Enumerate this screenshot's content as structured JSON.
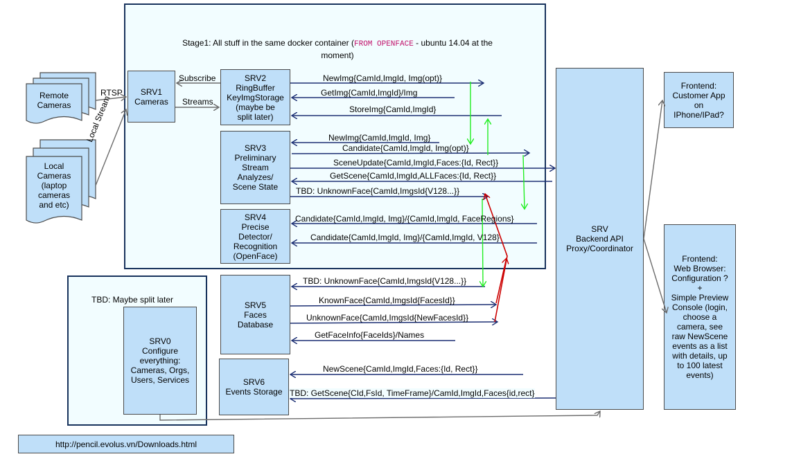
{
  "stage1": {
    "line1_pre": "Stage1: All stuff in the same docker container (",
    "line1_code": "FROM OPENFACE",
    "line1_post": " - ubuntu 14.04 at the",
    "line2": "moment)"
  },
  "tbd_region": {
    "title": "TBD: Maybe split later"
  },
  "nodes": {
    "remote_cameras": "Remote\nCameras",
    "local_cameras": "Local\nCameras\n(laptop\ncameras\nand etc)",
    "srv1": "SRV1\nCameras",
    "srv2": "SRV2\nRingBuffer\nKeyImgStorage\n(maybe be\nsplit later)",
    "srv3": "SRV3\nPreliminary\nStream\nAnalyzes/\nScene State",
    "srv4": "SRV4\nPrecise\nDetector/\nRecognition\n(OpenFace)",
    "srv5": "SRV5\nFaces\nDatabase",
    "srv6": "SRV6\nEvents Storage",
    "srv0": "SRV0\nConfigure\neverything:\nCameras, Orgs,\nUsers, Services",
    "srv": "SRV\nBackend API\nProxy/Coordinator",
    "frontend_app": "Frontend:\nCustomer App\non\nIPhone/IPad?",
    "frontend_web": "Frontend:\nWeb Browser:\nConfiguration ?\n+\nSimple Preview\nConsole (login,\nchoose a\ncamera, see\nraw NewScene\nevents as a list\nwith details, up\nto 100 latest\nevents)",
    "link": "http://pencil.evolus.vn/Downloads.html"
  },
  "edges": {
    "rtsp": "RTSP",
    "local_stream": "Local Stream",
    "subscribe": "Subscribe",
    "streams": "Streams",
    "newimg_opt": "NewImg{CamId,ImgId, Img(opt)}",
    "getimg": "GetImg{CamId,ImgId}/Img",
    "storeimg": "StoreImg{CamId,ImgId}",
    "newimg": "NewImg{CamId,ImgId, Img}",
    "candidate_opt": "Candidate{CamId,ImgId, Img(opt)}",
    "sceneupdate": "SceneUpdate{CamId,ImgId,Faces:{Id, Rect}}",
    "getscene": "GetScene{CamId,ImgId,ALLFaces:{Id, Rect}}",
    "tbd_unknown_srv3": "TBD: UnknownFace{CamId,ImgsId{V128...}}",
    "candidate_faceregions": "Candidate{CamId,ImgId, Img}/{CamId,ImgId, FaceRegions}",
    "candidate_v128": "Candidate{CamId,ImgId, Img}/{CamId,ImgId, V128}",
    "tbd_unknown_srv5": "TBD: UnknownFace{CamId,ImgsId{V128...}}",
    "knownface": "KnownFace{CamId,ImgsId{FacesId}}",
    "unknownface": "UnknownFace{CamId,ImgsId{NewFacesId}}",
    "getfaceinfo": "GetFaceInfo{FaceIds}/Names",
    "newscene": "NewScene{CamId,ImgId,Faces:{Id, Rect}}",
    "tbd_getscene": "TBD: GetScene{CId,FsId, TimeFrame}/CamId,ImgId,Faces{id,rect}"
  },
  "colors": {
    "box_fill": "#bfdff9",
    "region_fill": "#f2fdff",
    "region_border": "#17325c",
    "arrow_navy": "#1c2f73",
    "arrow_green": "#22ee22",
    "arrow_red": "#cc0000",
    "arrow_gray": "#6b6b6b",
    "code_pink": "#c1126b"
  }
}
